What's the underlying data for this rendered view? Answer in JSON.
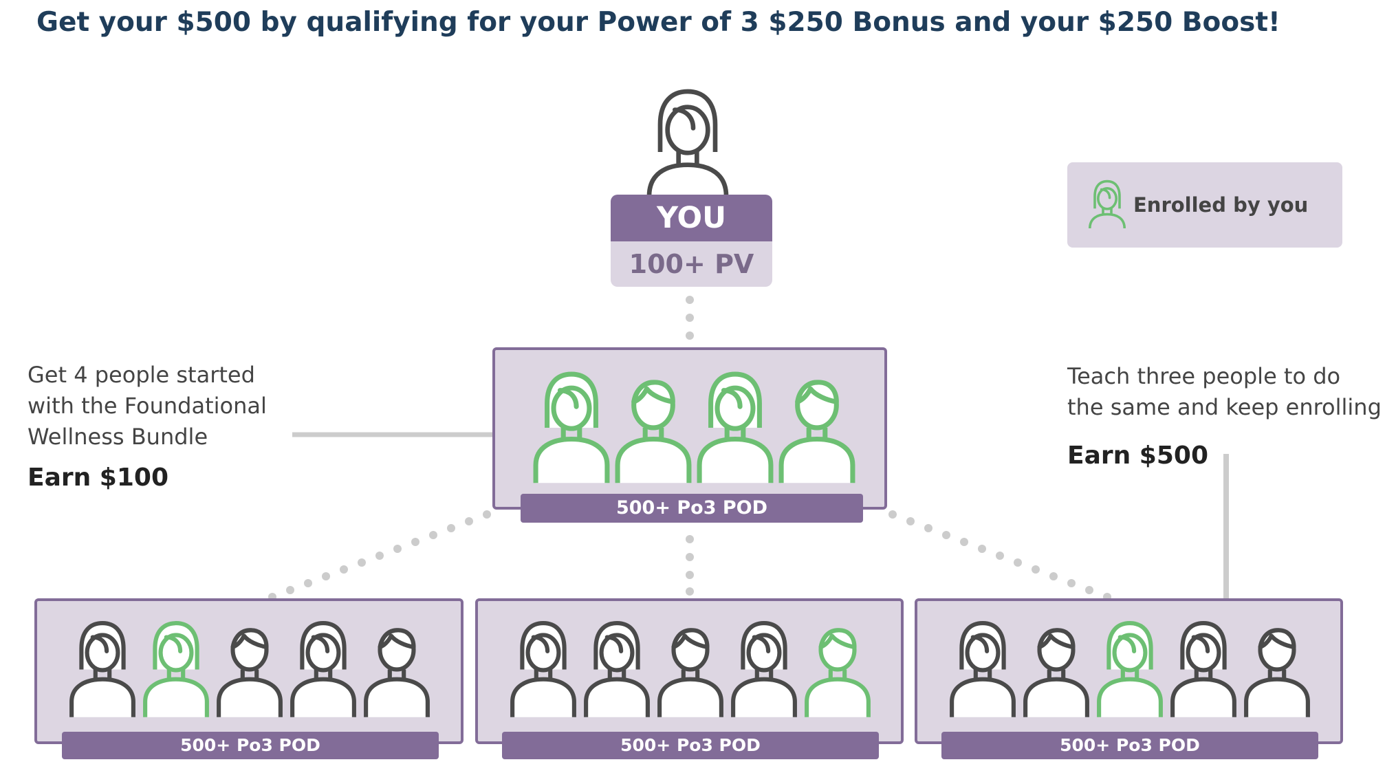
{
  "title": "Get your $500 by qualifying for your Power of 3 $250 Bonus and your $250 Boost!",
  "you": {
    "label": "YOU",
    "pv": "100+ PV"
  },
  "legend": {
    "label": "Enrolled by you"
  },
  "left_text": {
    "lines": [
      "Get 4 people started",
      "with the Foundational",
      "Wellness Bundle"
    ],
    "earn": "Earn $100"
  },
  "right_text": {
    "lines": [
      "Teach three people to do",
      "the same and keep enrolling"
    ],
    "earn": "Earn $500"
  },
  "colors": {
    "purple": "#826c98",
    "lavender": "#ddd6e2",
    "green": "#6dbf73",
    "gray": "#4a4a4a",
    "dots": "#cccccc"
  },
  "top_pod": {
    "label": "500+ Po3 POD",
    "people": [
      {
        "type": "woman",
        "enrolled": true
      },
      {
        "type": "man",
        "enrolled": true
      },
      {
        "type": "woman",
        "enrolled": true
      },
      {
        "type": "man",
        "enrolled": true
      }
    ]
  },
  "bottom_pods": [
    {
      "label": "500+ Po3 POD",
      "people": [
        {
          "type": "woman",
          "enrolled": false
        },
        {
          "type": "woman",
          "enrolled": true
        },
        {
          "type": "man",
          "enrolled": false
        },
        {
          "type": "woman",
          "enrolled": false
        },
        {
          "type": "man",
          "enrolled": false
        }
      ]
    },
    {
      "label": "500+ Po3 POD",
      "people": [
        {
          "type": "woman",
          "enrolled": false
        },
        {
          "type": "woman",
          "enrolled": false
        },
        {
          "type": "man",
          "enrolled": false
        },
        {
          "type": "woman",
          "enrolled": false
        },
        {
          "type": "man",
          "enrolled": true
        }
      ]
    },
    {
      "label": "500+ Po3 POD",
      "people": [
        {
          "type": "woman",
          "enrolled": false
        },
        {
          "type": "man",
          "enrolled": false
        },
        {
          "type": "woman",
          "enrolled": true
        },
        {
          "type": "woman",
          "enrolled": false
        },
        {
          "type": "man",
          "enrolled": false
        }
      ]
    }
  ]
}
